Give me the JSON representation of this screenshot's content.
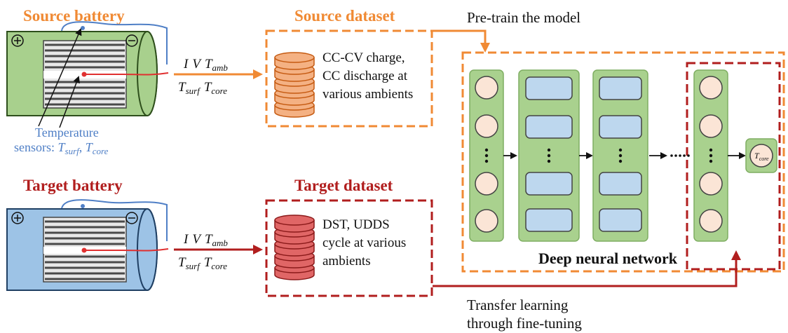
{
  "source": {
    "battery_title": "Source battery",
    "dataset_title": "Source dataset",
    "dataset_lines": [
      "CC-CV charge,",
      "CC discharge at",
      "various ambients"
    ],
    "sensor_line1": "Temperature",
    "sensor_line2_prefix": "sensors: ",
    "sensor_T1": "T",
    "sensor_T1_sub": "surf",
    "sensor_sep": ", ",
    "sensor_T2": "T",
    "sensor_T2_sub": "core"
  },
  "target": {
    "battery_title": "Target battery",
    "dataset_title": "Target dataset",
    "dataset_lines": [
      "DST, UDDS",
      "cycle at various",
      "ambients"
    ]
  },
  "arrow_inputs": {
    "line1_I": "I",
    "line1_V": "V",
    "line1_T": "T",
    "line1_T_sub": "amb",
    "line2_T1": "T",
    "line2_T1_sub": "surf",
    "line2_T2": "T",
    "line2_T2_sub": "core"
  },
  "pretrain_label": "Pre-train the model",
  "transfer_label_1": "Transfer learning",
  "transfer_label_2": "through fine-tuning",
  "dnn_label": "Deep neural network",
  "output_node": {
    "T": "T",
    "sub": "core"
  },
  "colors": {
    "source_orange": "#f08a34",
    "target_red": "#b11e1e",
    "source_battery_fill": "#a8d08d",
    "target_battery_fill": "#9dc3e6",
    "layer_green": "#a9d18e",
    "neuron_peach": "#fbe5d6",
    "hidden_blue": "#bdd7ee",
    "sensor_blue": "#4f7fc6"
  }
}
